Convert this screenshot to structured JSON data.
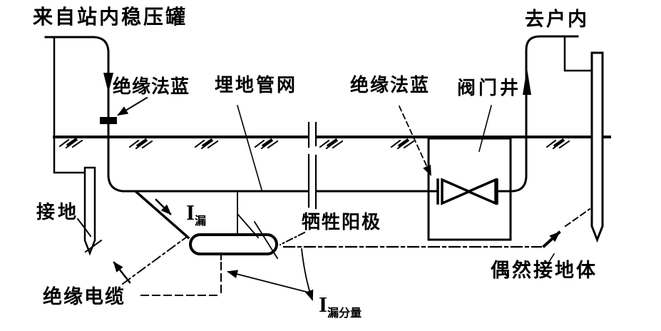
{
  "diagram": {
    "description_labels": {
      "from_tank": "来自站内稳压罐",
      "to_indoor": "去户内",
      "insulating_flange_left": "绝缘法蓝",
      "buried_pipe_network": "埋地管网",
      "insulating_flange_right": "绝缘法蓝",
      "valve_well": "阀门井",
      "grounding": "接地",
      "sacrificial_anode": "牺牲阳极",
      "accidental_grounding_body": "偶然接地体",
      "insulated_cable": "绝缘电缆",
      "leak_current": {
        "main": "I",
        "sub": "漏"
      },
      "leak_current_component": {
        "main": "I",
        "sub": "漏分量"
      }
    },
    "colors": {
      "line": "#000000",
      "background": "#ffffff"
    }
  }
}
